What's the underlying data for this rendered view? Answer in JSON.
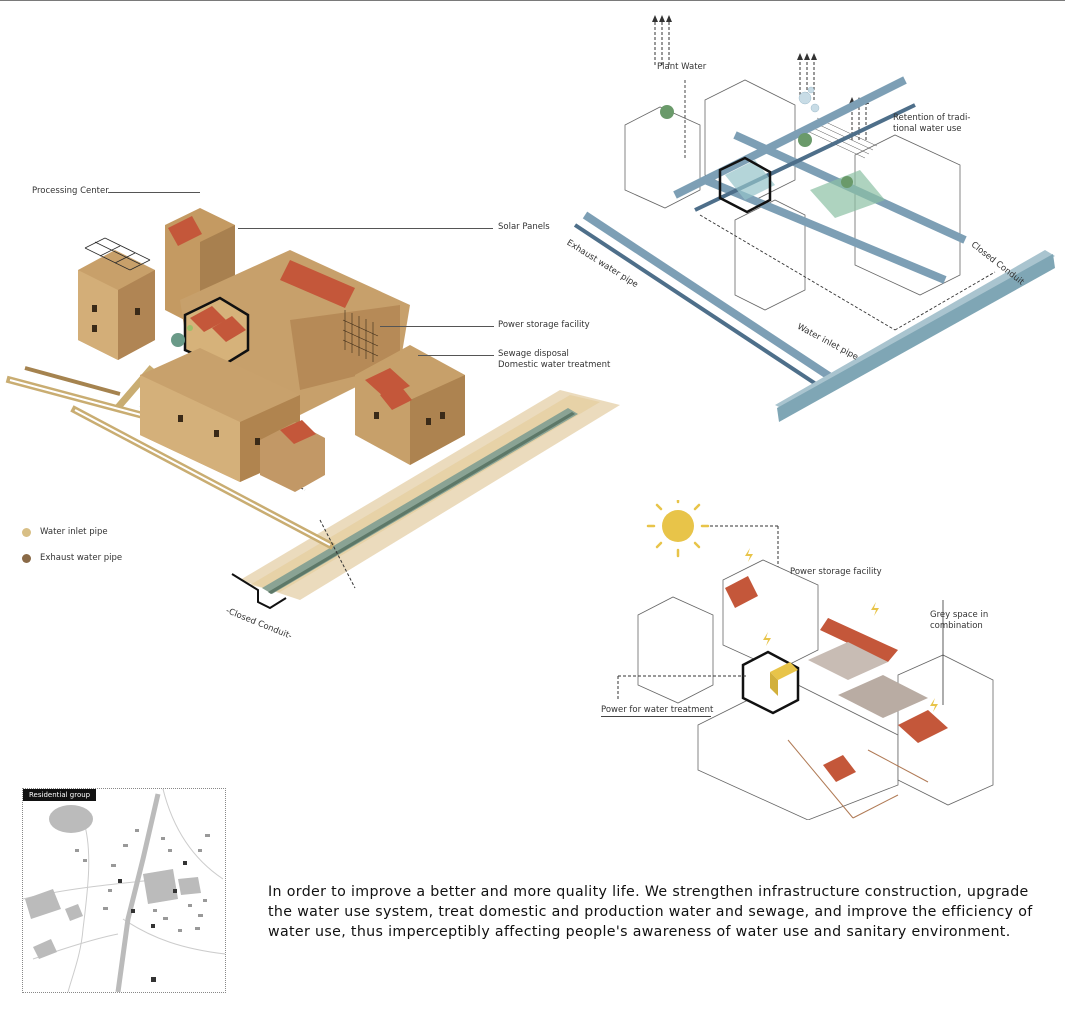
{
  "labels": {
    "processing_center": "Processing Center",
    "solar_panels": "Solar Panels",
    "power_storage_left": "Power storage facility",
    "sewage_line1": "Sewage disposal",
    "sewage_line2": "Domestic water treatment",
    "closed_conduit_left": "-Closed Conduit-",
    "plant_water": "Plant Water",
    "retention_line1": "Retention of tradi-",
    "retention_line2": "tional water use",
    "exhaust_water_pipe": "Exhaust water pipe",
    "water_inlet_pipe_right": "Water inlet pipe",
    "closed_conduit_right": "Closed Conduit",
    "power_storage_right": "Power storage facility",
    "grey_space_line1": "Grey space in",
    "grey_space_line2": "combination",
    "power_water_treatment": "Power for water treatment"
  },
  "legend": [
    {
      "label": "Water inlet pipe",
      "color": "#d8bf86"
    },
    {
      "label": "Exhaust water pipe",
      "color": "#8a6a47"
    }
  ],
  "site_map": {
    "title": "Residential group"
  },
  "description": "In order to improve a better and more quality life. We strengthen infrastructure construction, upgrade the water use system, treat domestic and production water and sewage, and improve the efficiency of water use, thus imperceptibly affecting people's awareness of water use and sanitary environment.",
  "colors": {
    "earth": "#c9a56f",
    "earth_dark": "#9c7a4a",
    "roof": "#c4573a",
    "blue_pipe": "#7d9fb5",
    "blue_dark": "#4e6f8a",
    "sun": "#e8c449",
    "brown_line": "#b07a55"
  }
}
